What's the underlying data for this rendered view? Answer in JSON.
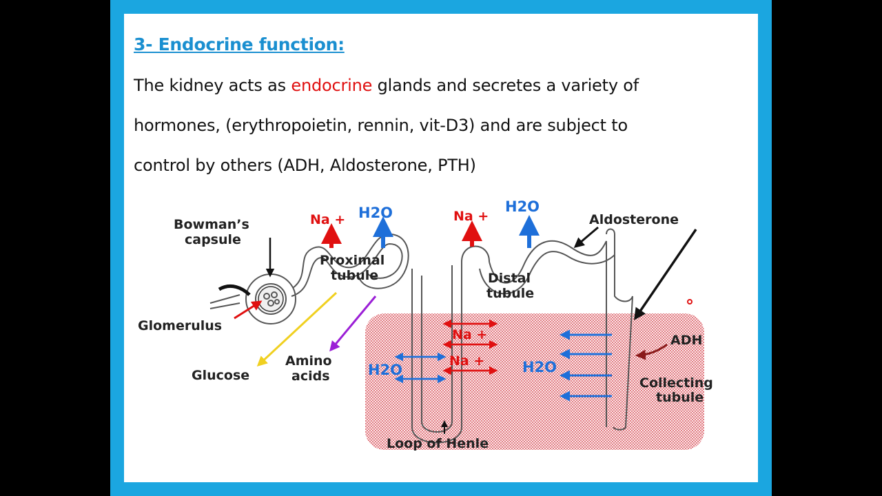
{
  "slide": {
    "heading": "3- Endocrine function:",
    "line1_prefix": "The kidney acts as ",
    "line1_highlight": "endocrine",
    "line1_suffix": " glands and secretes a variety of",
    "line2": "hormones, (erythropoietin, rennin, vit-D3) and are subject to",
    "line3": "control by others (ADH, Aldosterone, PTH)"
  },
  "diagram": {
    "labels": {
      "bowmans_1": "Bowman’s",
      "bowmans_2": "capsule",
      "glomerulus": "Glomerulus",
      "proximal_1": "Proximal",
      "proximal_2": "tubule",
      "distal_1": "Distal",
      "distal_2": "tubule",
      "glucose": "Glucose",
      "amino_1": "Amino",
      "amino_2": "acids",
      "loop": "Loop of Henle",
      "aldosterone": "Aldosterone",
      "adh": "ADH",
      "collecting_1": "Collecting",
      "collecting_2": "tubule",
      "na_plus": "Na +",
      "na_plus_loop": "Na +",
      "h2o": "H2O"
    },
    "colors": {
      "sodium": "#e01010",
      "water": "#1e6fd9",
      "glucose_arrow": "#f0d020",
      "amino_arrow": "#9b1fd6",
      "medulla_fill": "#f2c8cc"
    }
  }
}
